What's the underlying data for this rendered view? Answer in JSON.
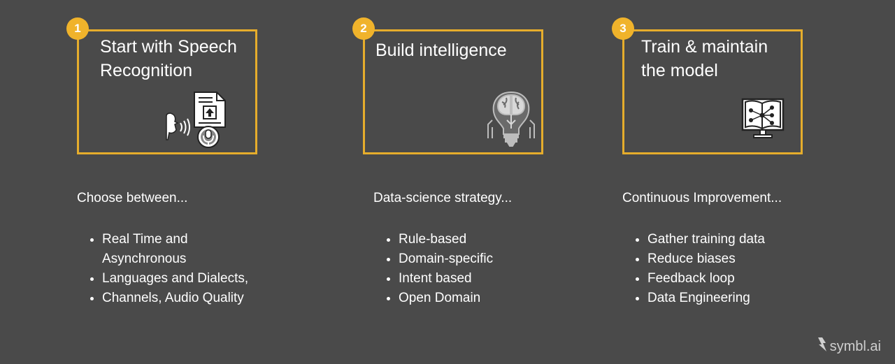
{
  "steps": [
    {
      "number": "1",
      "title": "Start with Speech\nRecognition",
      "icon": "speech-recognition-icon",
      "heading": "Choose between...",
      "bullets": [
        "Real Time and\nAsynchronous",
        "Languages and Dialects,",
        "Channels, Audio Quality"
      ]
    },
    {
      "number": "2",
      "title": "Build intelligence",
      "icon": "brain-lightbulb-icon",
      "heading": "Data-science strategy...",
      "bullets": [
        "Rule-based",
        "Domain-specific",
        "Intent based",
        "Open Domain"
      ]
    },
    {
      "number": "3",
      "title": "Train & maintain\nthe model",
      "icon": "book-network-icon",
      "heading": "Continuous Improvement...",
      "bullets": [
        "Gather training data",
        "Reduce biases",
        "Feedback loop",
        "Data Engineering"
      ]
    }
  ],
  "logo": {
    "text": "symbl.ai",
    "icon": "symbl-logo-icon"
  },
  "colors": {
    "background": "#4a4a4a",
    "accent": "#e6ad2c",
    "text": "#ffffff"
  }
}
